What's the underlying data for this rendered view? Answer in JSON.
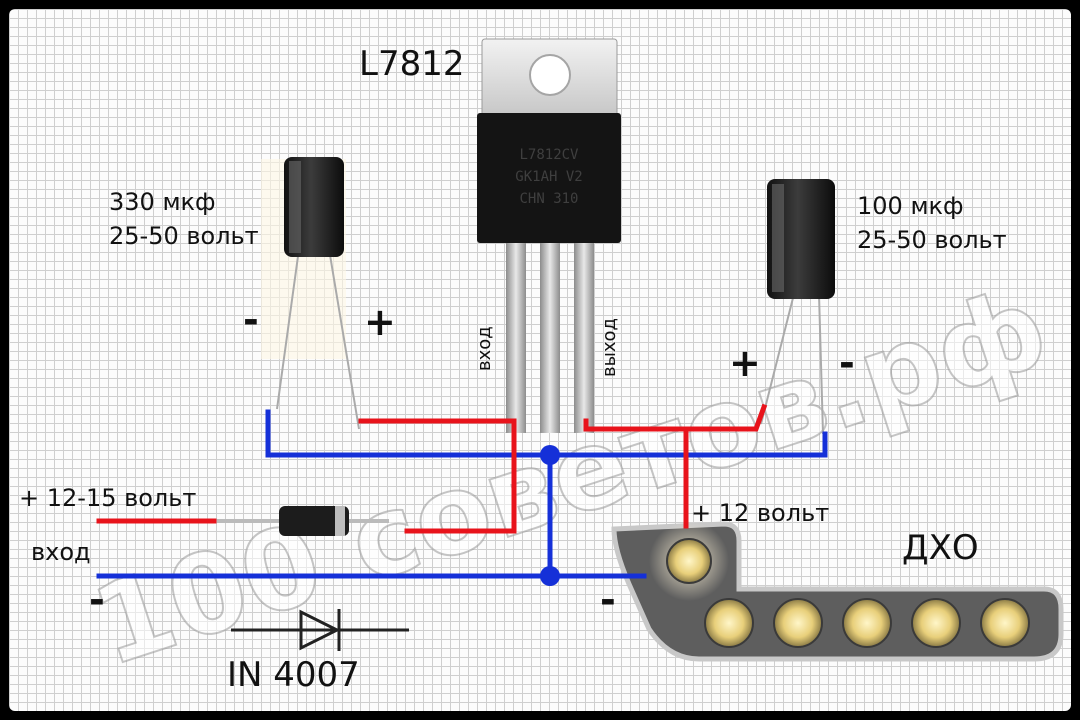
{
  "regulator": {
    "name": "L7812",
    "pin_in": "вход",
    "pin_out": "выход"
  },
  "cap_in": {
    "value": "330 мкф",
    "voltage": "25-50 вольт",
    "minus": "-",
    "plus": "+"
  },
  "cap_out": {
    "value": "100 мкф",
    "voltage": "25-50 вольт",
    "minus": "-",
    "plus": "+"
  },
  "input": {
    "voltage": "+ 12-15 вольт",
    "label": "вход",
    "minus": "-"
  },
  "output": {
    "voltage": "+ 12 вольт",
    "device": "ДХО",
    "minus": "-"
  },
  "diode": {
    "name": "IN 4007"
  },
  "watermark": "100 советов.рф",
  "colors": {
    "positive": "#e8131b",
    "negative": "#1530d8",
    "grid": "#cfcfcf"
  }
}
